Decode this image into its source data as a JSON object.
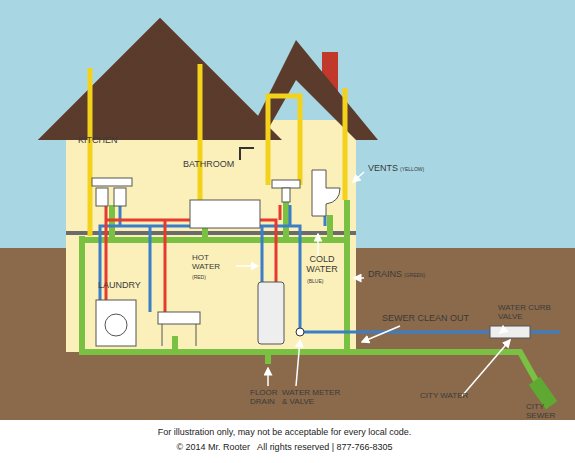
{
  "diagram": {
    "caption": "For illustration only, may not be acceptable for every local code.",
    "labels": [
      "KITCHEN",
      "BATHROOM",
      "VENTS",
      "(YELLOW)",
      "HOT WATER",
      "(RED)",
      "COLD WATER",
      "(BLUE)",
      "DRAINS",
      "(GREEN)",
      "LAUNDRY",
      "SEWER CLEAN OUT",
      "WATER CURB VALVE",
      "FLOOR DRAIN",
      "WATER METER & VALVE",
      "CITY WATER",
      "CITY SEWER",
      "© 2014 Mr. Rooter   All rights reserved | 877-766-8305"
    ]
  }
}
